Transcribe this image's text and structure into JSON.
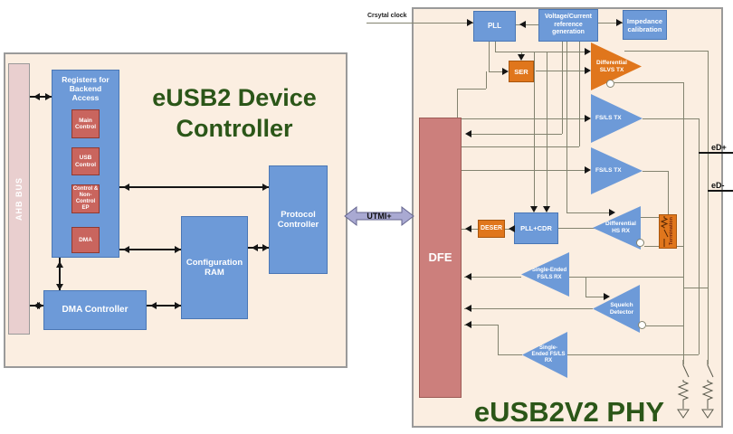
{
  "colors": {
    "cream": "#fbeee1",
    "blue": "#6d9ad8",
    "orange": "#e0761c",
    "salmon": "#cc7f7c",
    "red": "#c9655e",
    "pink": "#e9cfcf",
    "green": "#2b5618",
    "wire": "#83836f",
    "utmi": "#a9a9d2"
  },
  "device": {
    "title": "eUSB2 Device Controller",
    "ahb_bus": "AHB BUS",
    "registers_title": "Registers for Backend Access",
    "reg_main": "Main Control",
    "reg_usb": "USB Control",
    "reg_ep": "Control & Non-Control EP",
    "reg_dma": "DMA",
    "protocol_controller": "Protocol Controller",
    "configuration_ram": "Configuration RAM",
    "dma_controller": "DMA Controller"
  },
  "interconnect": {
    "utmi": "UTMI+",
    "crystal_clock": "Crsytal clock"
  },
  "phy": {
    "title": "eUSB2V2 PHY",
    "pll": "PLL",
    "vc_ref": "Voltage/Current reference generation",
    "impedance_cal": "Impedance calibration",
    "ser": "SER",
    "deser": "DESER",
    "pll_cdr": "PLL+CDR",
    "dfe": "DFE",
    "termination": "Termination",
    "diff_slvs_tx": "Differential SLVS TX",
    "fsls_tx_1": "FS/LS TX",
    "fsls_tx_2": "FS/LS TX",
    "diff_hs_rx": "Differential HS RX",
    "se_fsls_rx_1": "Single-Ended FS/LS RX",
    "squelch_detector": "Squelch Detector",
    "se_fsls_rx_2": "Single-Ended FS/LS RX",
    "pad_ed_plus": "eD+",
    "pad_ed_minus": "eD-"
  }
}
